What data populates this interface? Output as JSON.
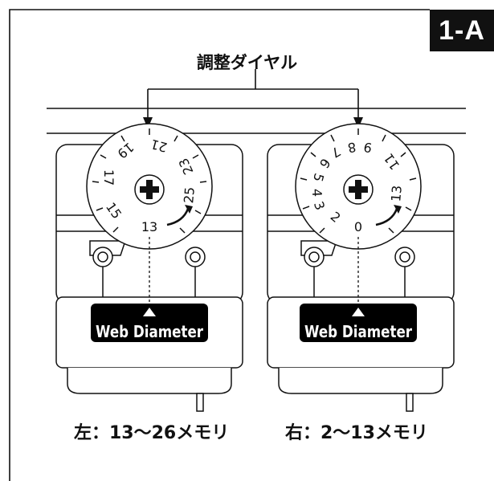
{
  "figure": {
    "badge": "1-A",
    "callout": "調整ダイヤル",
    "left_unit": {
      "caption": "左：13〜26メモリ",
      "plate_label": "Web Diameter",
      "dial_numbers": [
        "13",
        "15",
        "17",
        "19",
        "21",
        "23",
        "25"
      ]
    },
    "right_unit": {
      "caption": "右：2〜13メモリ",
      "plate_label": "Web Diameter",
      "dial_numbers": [
        "0",
        "2",
        "3",
        "4",
        "5",
        "6",
        "7",
        "8",
        "9",
        "11",
        "13"
      ]
    }
  },
  "colors": {
    "ink": "#111111",
    "plate": "#000000",
    "background": "#ffffff"
  }
}
